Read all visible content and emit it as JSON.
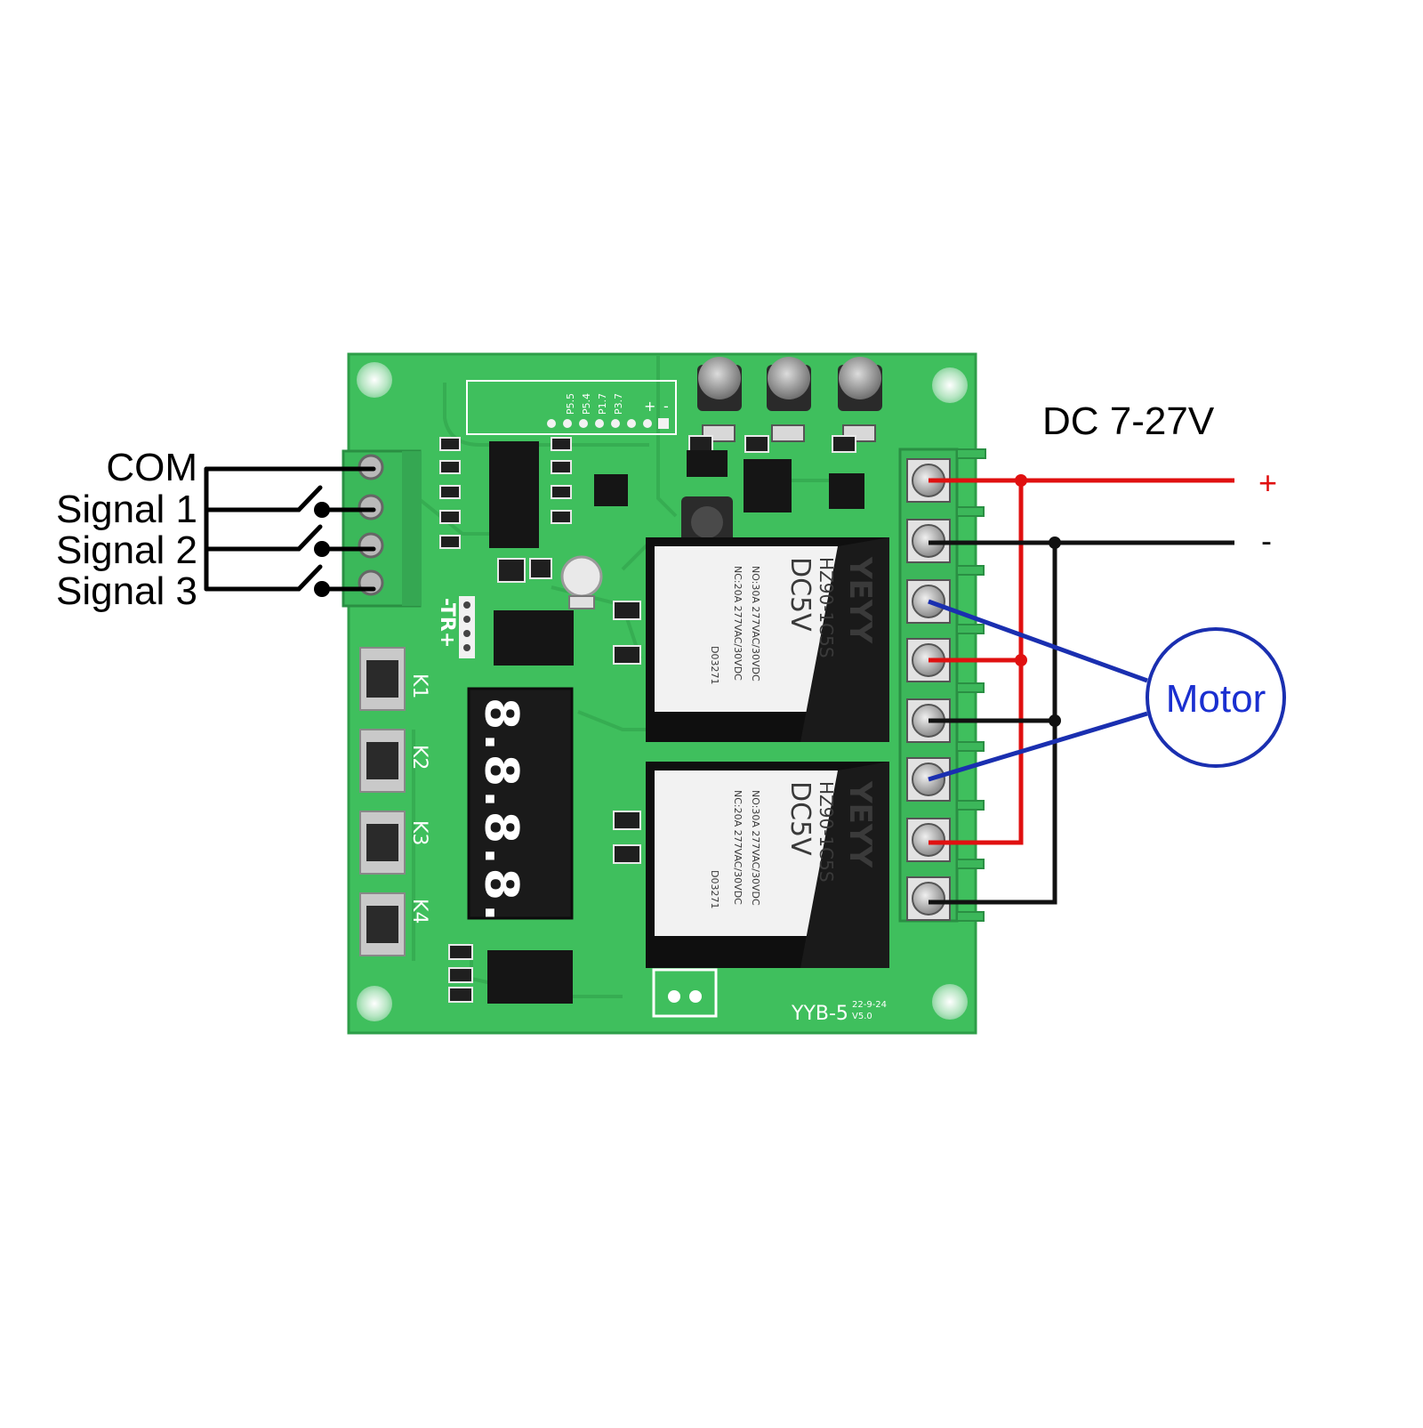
{
  "labels": {
    "com": "COM",
    "signal_1": "Signal 1",
    "signal_2": "Signal 2",
    "signal_3": "Signal 3",
    "dc_supply": "DC 7-27V",
    "plus": "+",
    "minus": "-",
    "motor": "Motor"
  },
  "board": {
    "model": "YYB-5",
    "date": "22-9-24",
    "version": "V5.0",
    "display_digits": "8.8.8.8.",
    "buttons": [
      "K1",
      "K2",
      "K3",
      "K4"
    ],
    "uart_pins": "-TR+",
    "prog_pins": [
      "P3.7",
      "P1.7",
      "P5.4",
      "P5.5"
    ],
    "prog_plus": "+",
    "prog_minus": "-"
  },
  "relays": [
    {
      "brand": "YEYY",
      "model": "HZ90-1C5S",
      "coil": "DC5V",
      "rating_no": "NO:30A 277VAC/30VDC",
      "rating_nc": "NC:20A 277VAC/30VDC",
      "code": "D03271"
    },
    {
      "brand": "YEYY",
      "model": "HZ90-1C5S",
      "coil": "DC5V",
      "rating_no": "NO:30A 277VAC/30VDC",
      "rating_nc": "NC:20A 277VAC/30VDC",
      "code": "D03271"
    }
  ],
  "colors": {
    "pcb": "#3fbf5d",
    "positive_wire": "#e01010",
    "negative_wire": "#111111",
    "motor_wire": "#1a2fb0",
    "motor_text": "#1a2fd0"
  }
}
